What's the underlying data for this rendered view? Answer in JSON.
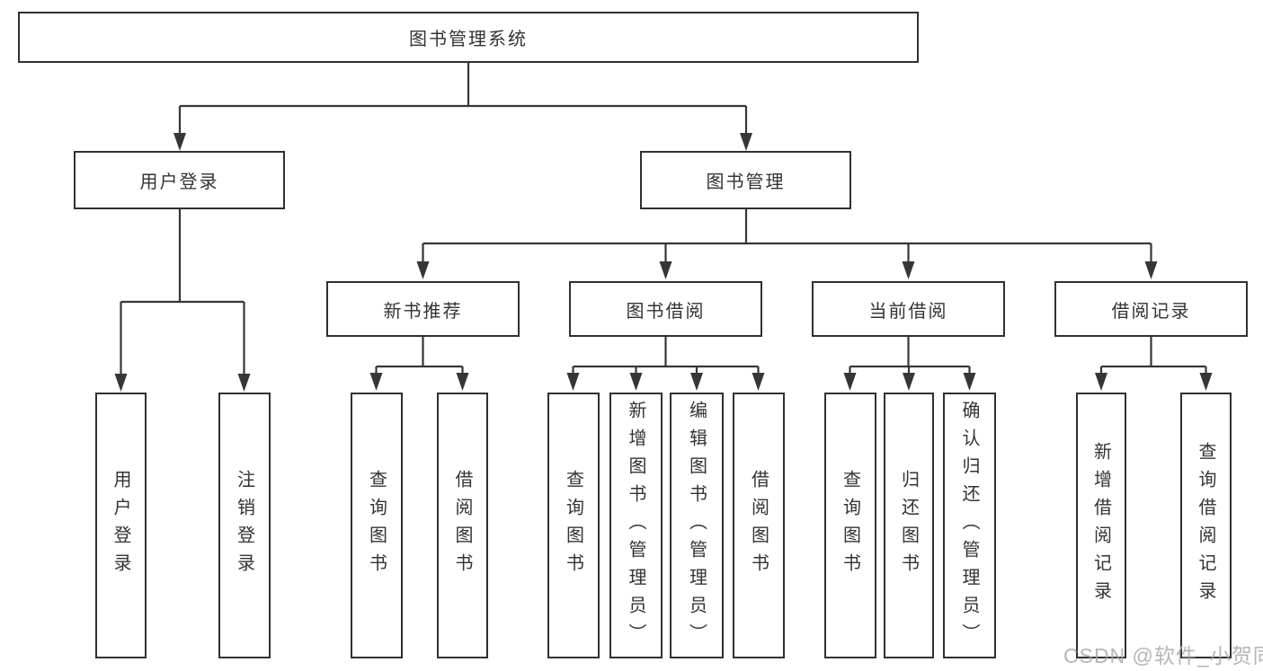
{
  "diagram": {
    "root_label": "图书管理系统",
    "branches": [
      {
        "label": "用户登录",
        "children": [
          {
            "label": "用户登录"
          },
          {
            "label": "注销登录"
          }
        ]
      },
      {
        "label": "图书管理",
        "children": [
          {
            "label": "新书推荐",
            "children": [
              {
                "label": "查询图书"
              },
              {
                "label": "借阅图书"
              }
            ]
          },
          {
            "label": "图书借阅",
            "children": [
              {
                "label": "查询图书"
              },
              {
                "label": "新增图书（管理员）"
              },
              {
                "label": "编辑图书（管理员）"
              },
              {
                "label": "借阅图书"
              }
            ]
          },
          {
            "label": "当前借阅",
            "children": [
              {
                "label": "查询图书"
              },
              {
                "label": "归还图书"
              },
              {
                "label": "确认归还（管理员）"
              }
            ]
          },
          {
            "label": "借阅记录",
            "children": [
              {
                "label": "新增借阅记录"
              },
              {
                "label": "查询借阅记录"
              }
            ]
          }
        ]
      }
    ]
  },
  "colors": {
    "line": "#363636",
    "box_border": "#303030",
    "text": "#333333",
    "watermark": "#a4a4a4"
  },
  "watermark": {
    "text": "CSDN @软件_小贺同学"
  }
}
